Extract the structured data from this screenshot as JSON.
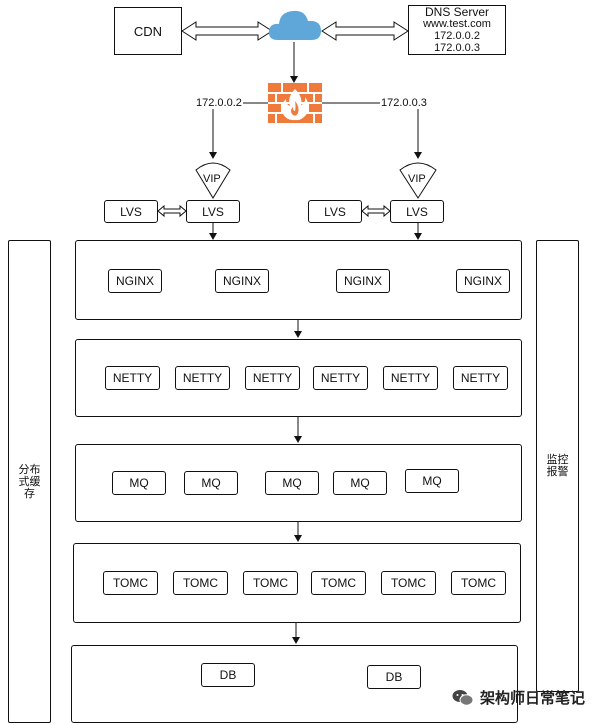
{
  "top": {
    "cdn": "CDN",
    "dns": {
      "title": "DNS Server",
      "host": "www.test.com",
      "ip1": "172.0.0.2",
      "ip2": "172.0.0.3"
    },
    "ip_left": "172.0.0.2",
    "ip_right": "172.0.0.3",
    "vip": "VIP",
    "lvs": "LVS"
  },
  "tiers": {
    "nginx": [
      "NGINX",
      "NGINX",
      "NGINX",
      "NGINX"
    ],
    "netty": [
      "NETTY",
      "NETTY",
      "NETTY",
      "NETTY",
      "NETTY",
      "NETTY"
    ],
    "mq": [
      "MQ",
      "MQ",
      "MQ",
      "MQ",
      "MQ"
    ],
    "tomc": [
      "TOMC",
      "TOMC",
      "TOMC",
      "TOMC",
      "TOMC",
      "TOMC"
    ],
    "db": [
      "DB",
      "DB"
    ]
  },
  "side": {
    "left": "分布式缓存",
    "right": "监控报警"
  },
  "watermark": "架构师日常笔记",
  "colors": {
    "cloud": "#5ea7d8",
    "firewall": "#f07a3c",
    "line": "#111111"
  }
}
